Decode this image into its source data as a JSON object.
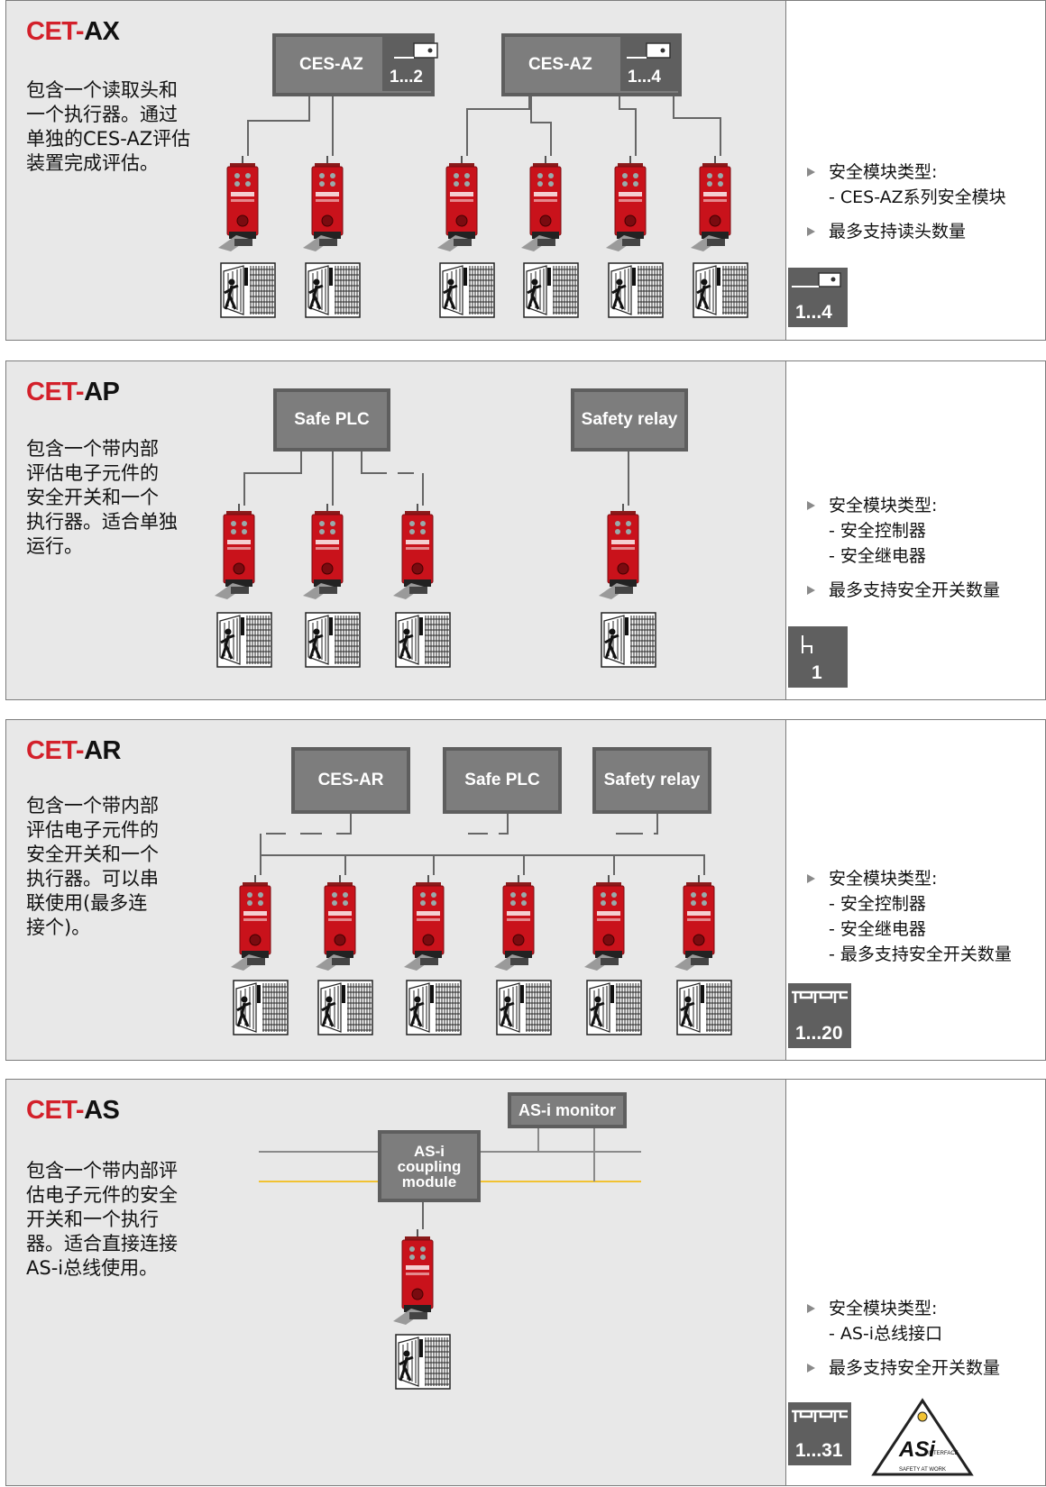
{
  "colors": {
    "accent_red": "#d3202a",
    "panel_bg": "#e8e8e8",
    "box_gray": "#7d7d7d",
    "badge_gray": "#5f5f5f",
    "bus_yellow": "#f1c232"
  },
  "panels": [
    {
      "title_prefix": "CET-",
      "title_suffix": "AX",
      "desc": [
        "包含一个读取头和",
        "一个执行器。通过",
        "单独的CES-AZ评估",
        "装置完成评估。"
      ],
      "boxes": [
        {
          "label": "CES-AZ",
          "range": "1...2"
        },
        {
          "label": "CES-AZ",
          "range": "1...4"
        }
      ],
      "bullet1": "安全模块类型:",
      "sub1": [
        "- CES-AZ系列安全模块"
      ],
      "bullet2": "最多支持读头数量",
      "sub2": [],
      "badge": "1...4",
      "badge_icon": "read-head-icon"
    },
    {
      "title_prefix": "CET-",
      "title_suffix": "AP",
      "desc": [
        "包含一个带内部",
        "评估电子元件的",
        "安全开关和一个",
        "执行器。适合单独",
        "运行。"
      ],
      "boxes": [
        {
          "label": "Safe PLC"
        },
        {
          "label": "Safety relay"
        }
      ],
      "bullet1": "安全模块类型:",
      "sub1": [
        "- 安全控制器",
        "- 安全继电器"
      ],
      "bullet2": "最多支持安全开关数量",
      "sub2": [],
      "badge": "1",
      "badge_icon": "single-switch-icon"
    },
    {
      "title_prefix": "CET-",
      "title_suffix": "AR",
      "desc": [
        "包含一个带内部",
        "评估电子元件的",
        "安全开关和一个",
        "执行器。可以串",
        "联使用(最多连",
        "接个)。"
      ],
      "boxes": [
        {
          "label": "CES-AR"
        },
        {
          "label": "Safe PLC"
        },
        {
          "label": "Safety relay"
        }
      ],
      "bullet1": "安全模块类型:",
      "sub1": [
        "- 安全控制器",
        "- 安全继电器",
        "- 最多支持安全开关数量"
      ],
      "bullet2": "",
      "sub2": [],
      "badge": "1...20",
      "badge_icon": "series-switch-icon"
    },
    {
      "title_prefix": "CET-",
      "title_suffix": "AS",
      "desc": [
        "包含一个带内部评",
        "估电子元件的安全",
        "开关和一个执行",
        "器。适合直接连接",
        "AS-i总线使用。"
      ],
      "boxes": [
        {
          "label": "AS-i monitor"
        },
        {
          "label": "AS-i coupling module"
        }
      ],
      "bullet1": "安全模块类型:",
      "sub1": [
        "- AS-i总线接口"
      ],
      "bullet2": "最多支持安全开关数量",
      "sub2": [],
      "badge": "1...31",
      "badge_icon": "series-switch-icon",
      "logo_text": "ASi",
      "logo_sub": "INTERFACE",
      "logo_caption": "SAFETY AT WORK"
    }
  ]
}
